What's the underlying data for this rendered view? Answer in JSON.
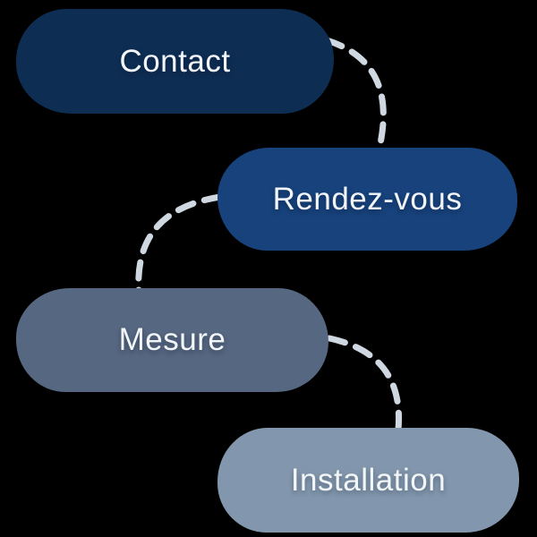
{
  "diagram": {
    "background_color": "#000000",
    "text_color": "#f3f6f9",
    "connector": {
      "color": "#cfd7e1",
      "style": "dashed"
    },
    "steps": [
      {
        "label": "Contact",
        "color": "#0e2d53"
      },
      {
        "label": "Rendez-vous",
        "color": "#17427b"
      },
      {
        "label": "Mesure",
        "color": "#566781"
      },
      {
        "label": "Installation",
        "color": "#8297ad"
      }
    ]
  }
}
